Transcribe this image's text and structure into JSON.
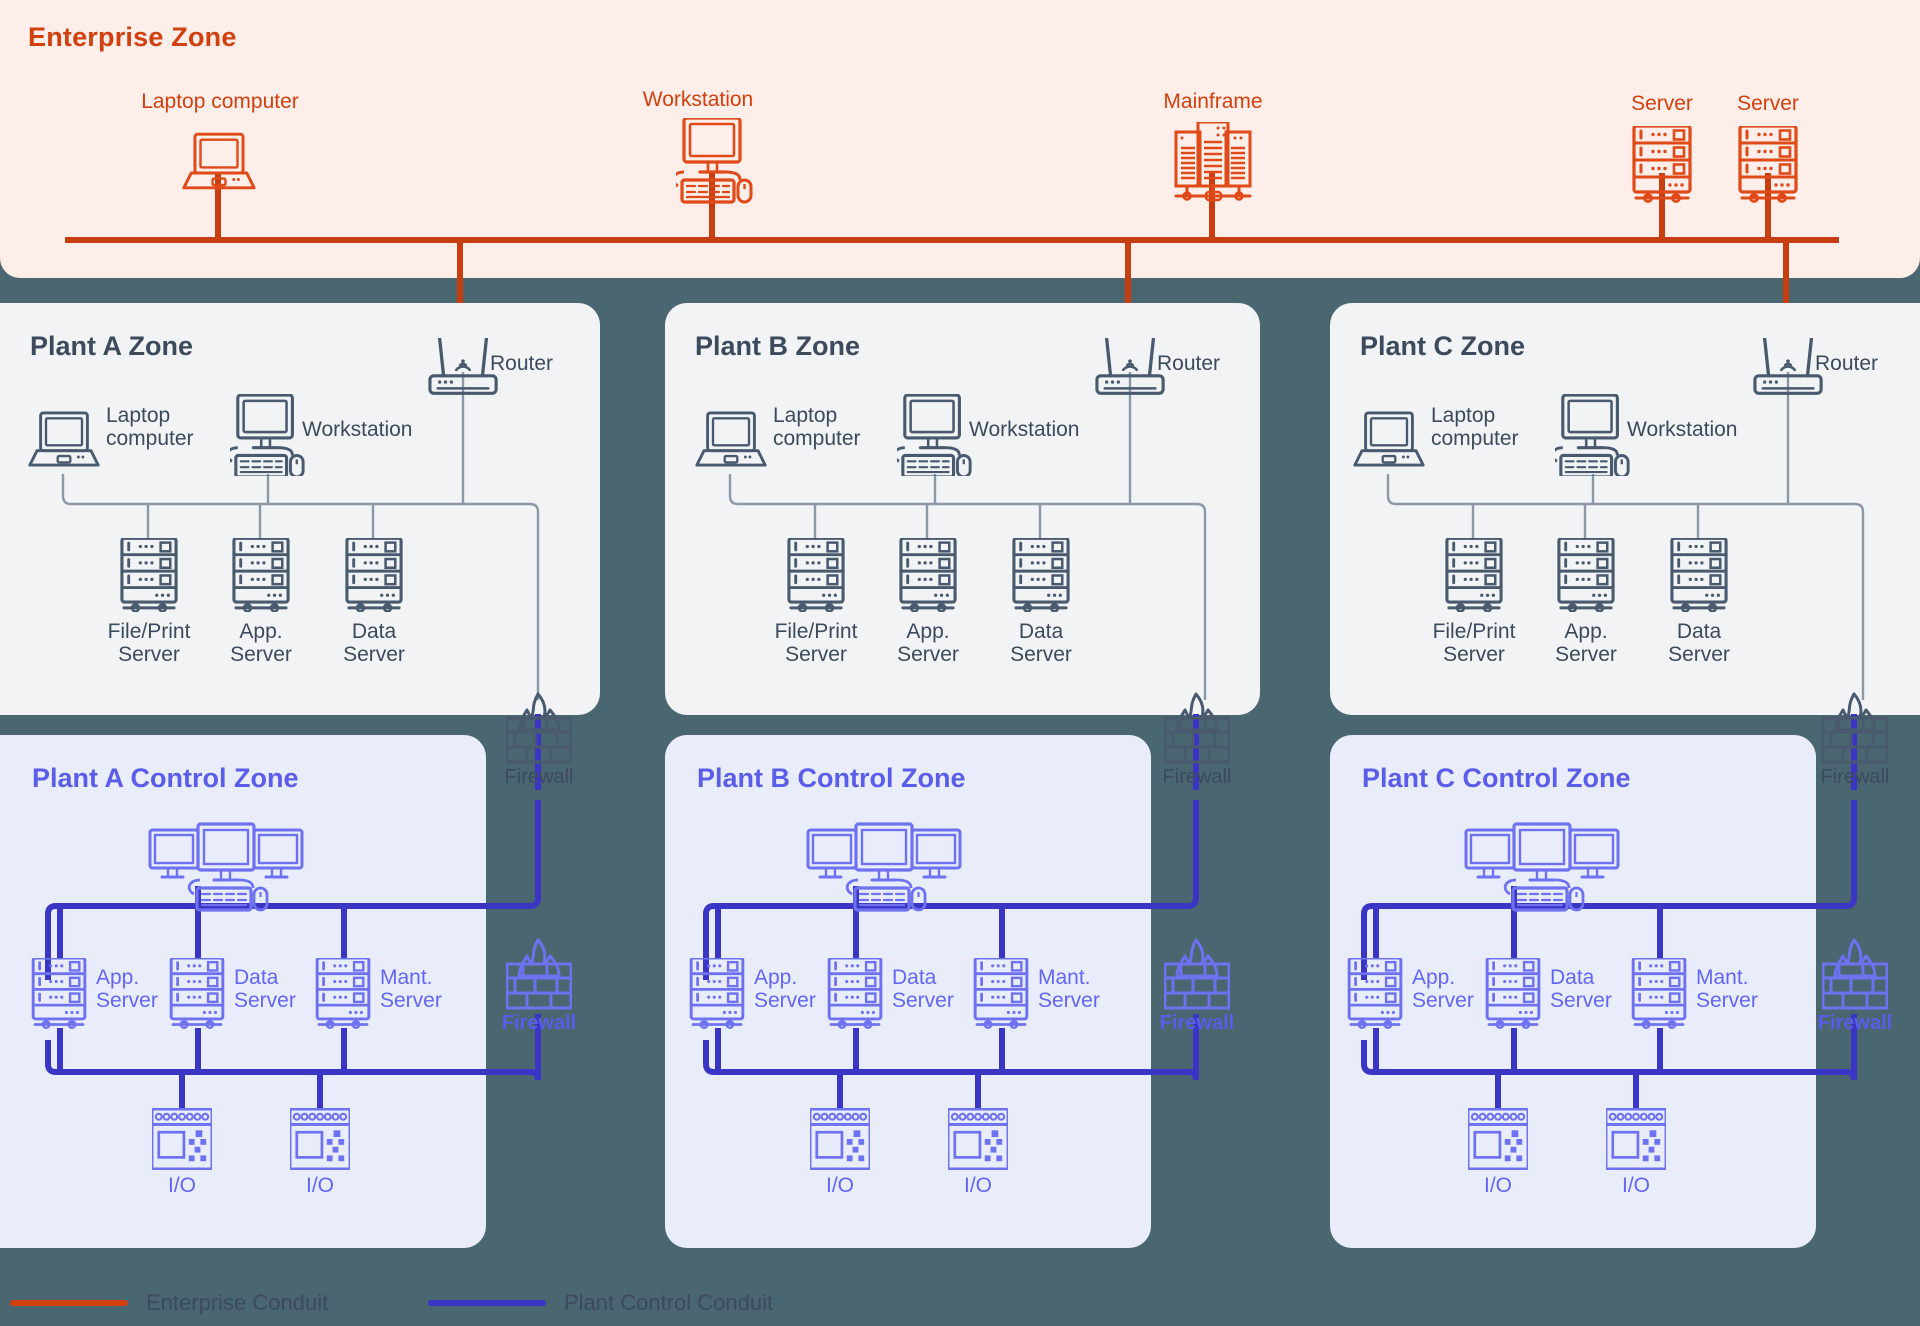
{
  "page": {
    "background_color": "#4a6670",
    "enterprise_color": "#d1400f",
    "enterprise_bg": "#fdeee9",
    "plant_color": "#3d4a5c",
    "plant_bg": "#f1f3f5",
    "control_color": "#5a5de8",
    "control_bg": "#e9edfb"
  },
  "enterprise": {
    "title": "Enterprise Zone",
    "nodes": [
      {
        "label": "Laptop computer",
        "icon": "laptop-icon"
      },
      {
        "label": "Workstation",
        "icon": "workstation-icon"
      },
      {
        "label": "Mainframe",
        "icon": "mainframe-icon"
      },
      {
        "label": "Server",
        "icon": "server-icon"
      },
      {
        "label": "Server",
        "icon": "server-icon"
      }
    ]
  },
  "plants": [
    {
      "title": "Plant A Zone",
      "router": {
        "label": "Router",
        "icon": "router-icon"
      },
      "laptop": {
        "label": "Laptop\ncomputer",
        "icon": "laptop-icon"
      },
      "workstation": {
        "label": "Workstation",
        "icon": "workstation-icon"
      },
      "servers": [
        {
          "label": "File/Print\nServer",
          "icon": "server-icon"
        },
        {
          "label": "App.\nServer",
          "icon": "server-icon"
        },
        {
          "label": "Data\nServer",
          "icon": "server-icon"
        }
      ]
    },
    {
      "title": "Plant B Zone",
      "router": {
        "label": "Router",
        "icon": "router-icon"
      },
      "laptop": {
        "label": "Laptop\ncomputer",
        "icon": "laptop-icon"
      },
      "workstation": {
        "label": "Workstation",
        "icon": "workstation-icon"
      },
      "servers": [
        {
          "label": "File/Print\nServer",
          "icon": "server-icon"
        },
        {
          "label": "App.\nServer",
          "icon": "server-icon"
        },
        {
          "label": "Data\nServer",
          "icon": "server-icon"
        }
      ]
    },
    {
      "title": "Plant C Zone",
      "router": {
        "label": "Router",
        "icon": "router-icon"
      },
      "laptop": {
        "label": "Laptop\ncomputer",
        "icon": "laptop-icon"
      },
      "workstation": {
        "label": "Workstation",
        "icon": "workstation-icon"
      },
      "servers": [
        {
          "label": "File/Print\nServer",
          "icon": "server-icon"
        },
        {
          "label": "App.\nServer",
          "icon": "server-icon"
        },
        {
          "label": "Data\nServer",
          "icon": "server-icon"
        }
      ]
    }
  ],
  "controls": [
    {
      "title": "Plant A Control Zone",
      "hmi": {
        "icon": "multi-monitor-workstation-icon"
      },
      "servers": [
        {
          "label": "App.\nServer",
          "icon": "server-icon"
        },
        {
          "label": "Data\nServer",
          "icon": "server-icon"
        },
        {
          "label": "Mant.\nServer",
          "icon": "server-icon"
        }
      ],
      "io": [
        {
          "label": "I/O",
          "icon": "io-module-icon"
        },
        {
          "label": "I/O",
          "icon": "io-module-icon"
        }
      ]
    },
    {
      "title": "Plant B Control Zone",
      "hmi": {
        "icon": "multi-monitor-workstation-icon"
      },
      "servers": [
        {
          "label": "App.\nServer",
          "icon": "server-icon"
        },
        {
          "label": "Data\nServer",
          "icon": "server-icon"
        },
        {
          "label": "Mant.\nServer",
          "icon": "server-icon"
        }
      ],
      "io": [
        {
          "label": "I/O",
          "icon": "io-module-icon"
        },
        {
          "label": "I/O",
          "icon": "io-module-icon"
        }
      ]
    },
    {
      "title": "Plant C Control Zone",
      "hmi": {
        "icon": "multi-monitor-workstation-icon"
      },
      "servers": [
        {
          "label": "App.\nServer",
          "icon": "server-icon"
        },
        {
          "label": "Data\nServer",
          "icon": "server-icon"
        },
        {
          "label": "Mant.\nServer",
          "icon": "server-icon"
        }
      ],
      "io": [
        {
          "label": "I/O",
          "icon": "io-module-icon"
        },
        {
          "label": "I/O",
          "icon": "io-module-icon"
        }
      ]
    }
  ],
  "firewalls": [
    {
      "label": "Firewall",
      "icon": "firewall-icon",
      "variant": "plant"
    },
    {
      "label": "Firewall",
      "icon": "firewall-icon",
      "variant": "control"
    },
    {
      "label": "Firewall",
      "icon": "firewall-icon",
      "variant": "plant"
    },
    {
      "label": "Firewall",
      "icon": "firewall-icon",
      "variant": "control"
    },
    {
      "label": "Firewall",
      "icon": "firewall-icon",
      "variant": "plant"
    },
    {
      "label": "Firewall",
      "icon": "firewall-icon",
      "variant": "control"
    }
  ],
  "legend": [
    {
      "label": "Enterprise Conduit",
      "color": "#d1400f"
    },
    {
      "label": "Plant Control Conduit",
      "color": "#3a35c4"
    }
  ]
}
